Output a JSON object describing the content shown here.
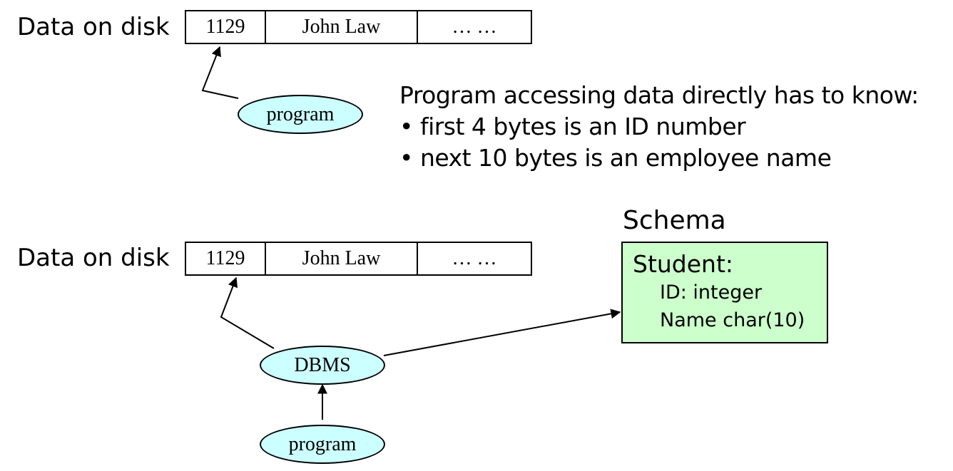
{
  "top_section": {
    "label": "Data on disk",
    "record": [
      "1129",
      "John Law",
      "… …"
    ],
    "program_label": "program",
    "note_heading": "Program accessing data directly has to know:",
    "note_bullets": [
      "• first 4 bytes is an ID number",
      "• next 10 bytes is an employee name"
    ]
  },
  "bottom_section": {
    "label": "Data on disk",
    "record": [
      "1129",
      "John Law",
      "… …"
    ],
    "dbms_label": "DBMS",
    "program_label": "program"
  },
  "schema": {
    "title": "Schema",
    "entity": "Student:",
    "fields": [
      "ID: integer",
      "Name char(10)"
    ]
  },
  "colors": {
    "ellipse_fill": "#ccffff",
    "schema_fill": "#ccffcc",
    "stroke": "#000000"
  }
}
